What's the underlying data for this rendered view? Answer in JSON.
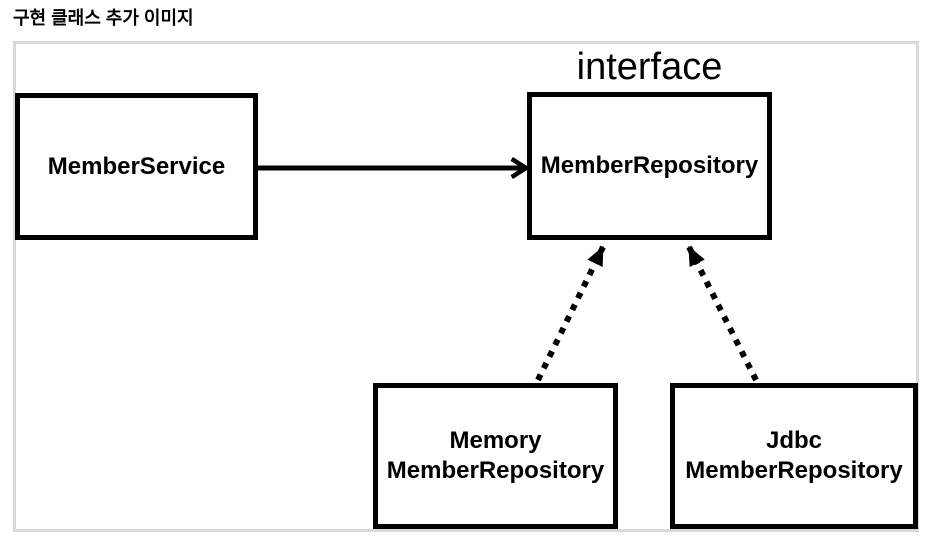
{
  "page": {
    "title": "구현 클래스 추가 이미지"
  },
  "diagram": {
    "interface_label": "interface",
    "nodes": {
      "member_service": {
        "label": "MemberService"
      },
      "member_repository": {
        "label": "MemberRepository"
      },
      "memory_member_repository": {
        "line1": "Memory",
        "line2": "MemberRepository"
      },
      "jdbc_member_repository": {
        "line1": "Jdbc",
        "line2": "MemberRepository"
      }
    },
    "edges": [
      {
        "from": "MemberService",
        "to": "MemberRepository",
        "style": "solid",
        "relation": "uses"
      },
      {
        "from": "MemoryMemberRepository",
        "to": "MemberRepository",
        "style": "dotted",
        "relation": "implements"
      },
      {
        "from": "JdbcMemberRepository",
        "to": "MemberRepository",
        "style": "dotted",
        "relation": "implements"
      }
    ],
    "colors": {
      "box_border": "#000000",
      "frame_border": "#d9d9d9",
      "background": "#ffffff",
      "text": "#000000"
    }
  }
}
